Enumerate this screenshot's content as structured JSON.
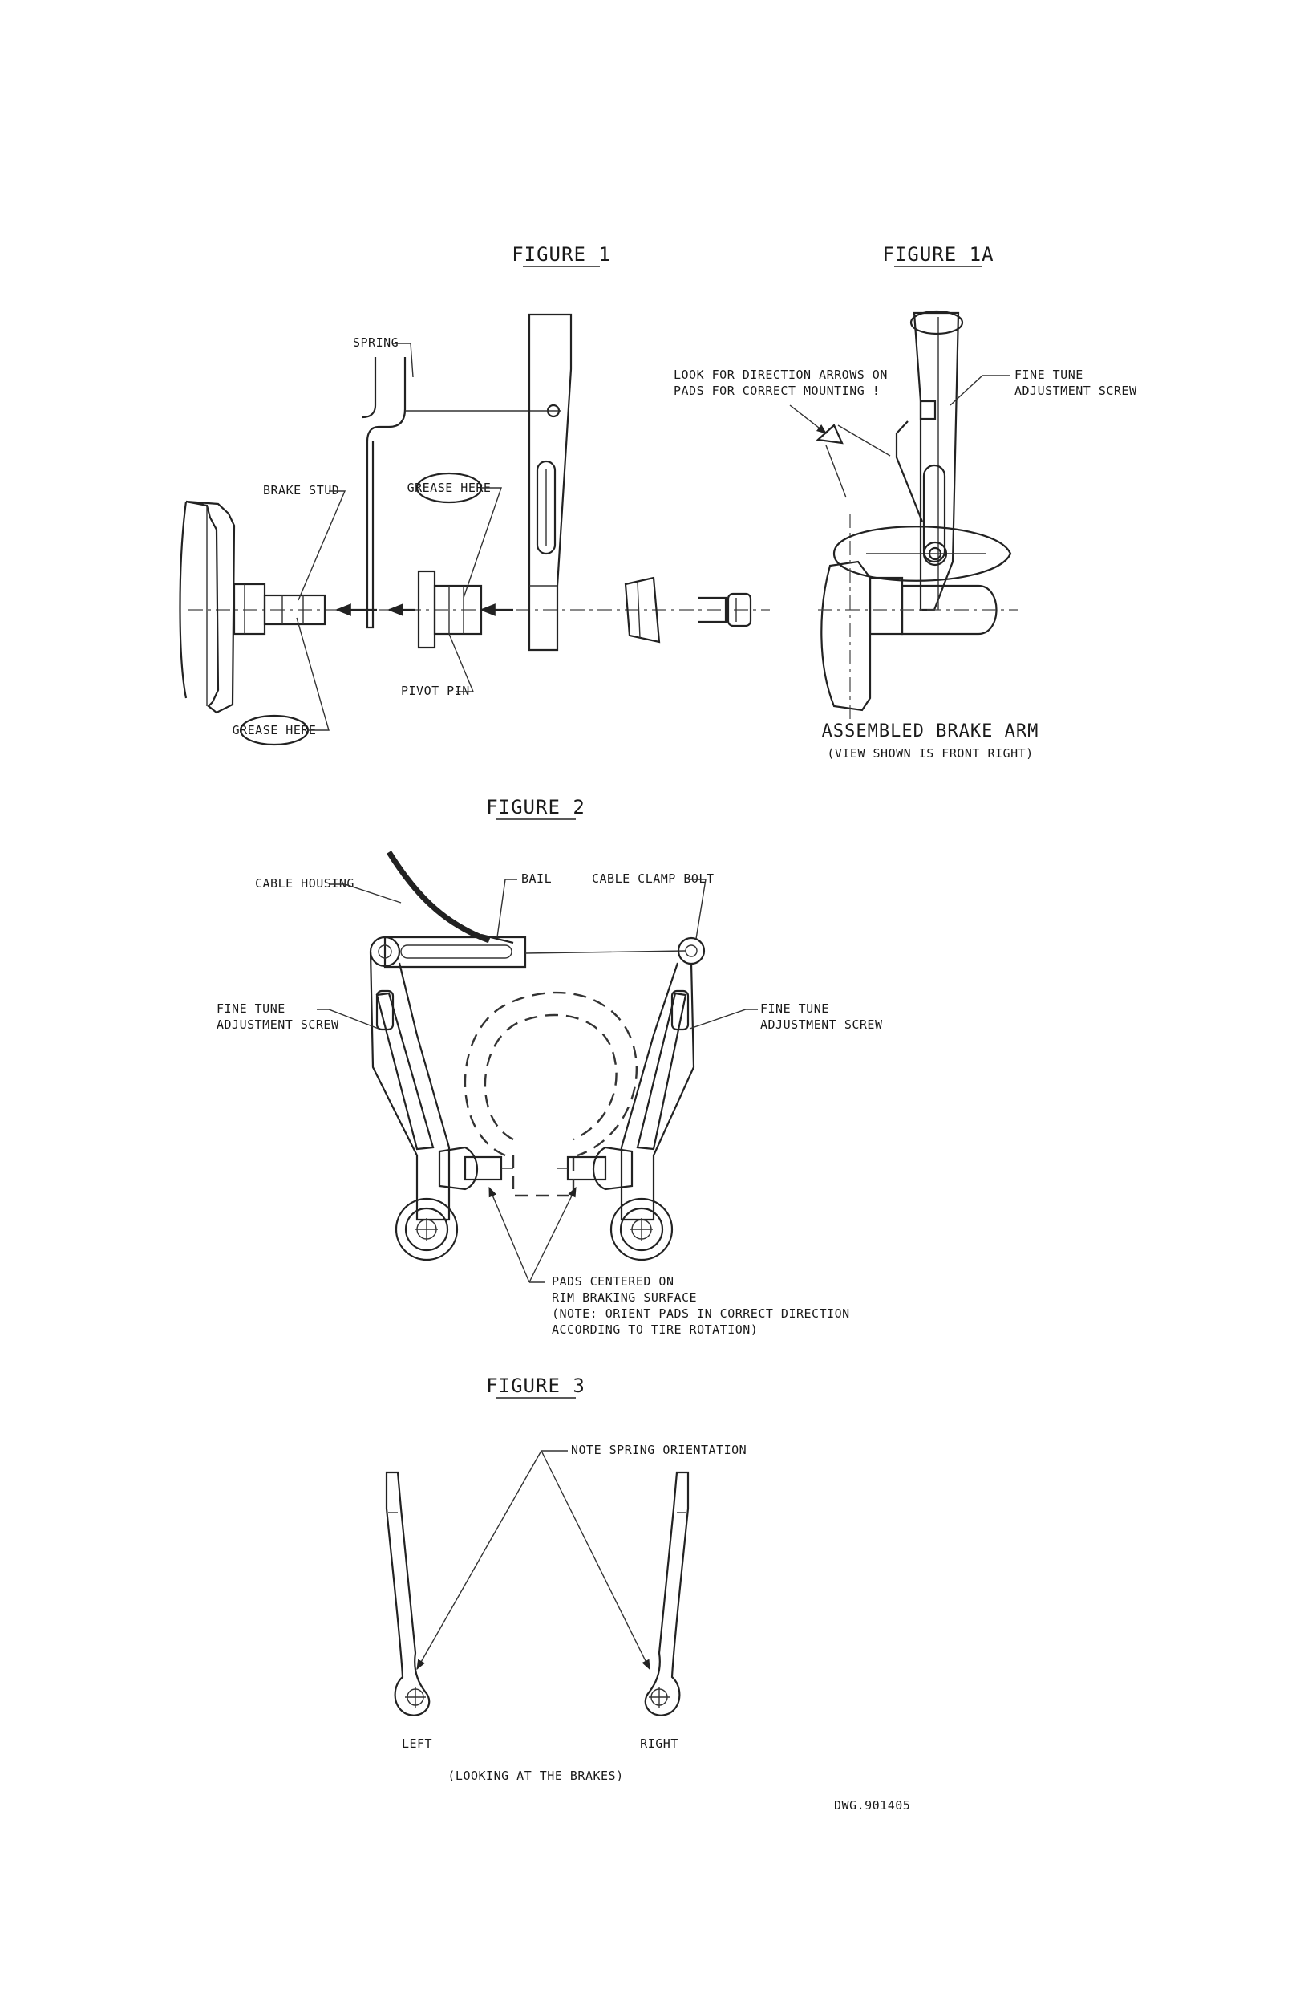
{
  "figure1": {
    "title": "FIGURE 1",
    "spring": "SPRING",
    "brake_stud": "BRAKE STUD",
    "grease_here_top": "GREASE HERE",
    "grease_here_bottom": "GREASE HERE",
    "pivot_pin": "PIVOT PIN"
  },
  "figure1a": {
    "title": "FIGURE 1A",
    "pad_note_line1": "LOOK FOR DIRECTION ARROWS ON",
    "pad_note_line2": "PADS FOR CORRECT MOUNTING !",
    "fine_tune_line1": "FINE TUNE",
    "fine_tune_line2": "ADJUSTMENT SCREW",
    "caption": "ASSEMBLED BRAKE ARM",
    "subcaption": "(VIEW SHOWN IS FRONT RIGHT)"
  },
  "figure2": {
    "title": "FIGURE 2",
    "cable_housing": "CABLE HOUSING",
    "bail": "BAIL",
    "cable_clamp_bolt": "CABLE CLAMP BOLT",
    "fine_tune_left_1": "FINE TUNE",
    "fine_tune_left_2": "ADJUSTMENT SCREW",
    "fine_tune_right_1": "FINE TUNE",
    "fine_tune_right_2": "ADJUSTMENT SCREW",
    "pads_line1": "PADS CENTERED ON",
    "pads_line2": "RIM BRAKING SURFACE",
    "pads_line3": "(NOTE: ORIENT PADS IN CORRECT DIRECTION",
    "pads_line4": "ACCORDING TO TIRE ROTATION)"
  },
  "figure3": {
    "title": "FIGURE 3",
    "note": "NOTE SPRING ORIENTATION",
    "left": "LEFT",
    "right": "RIGHT",
    "caption": "(LOOKING AT THE BRAKES)"
  },
  "drawing_number": "DWG.901405"
}
